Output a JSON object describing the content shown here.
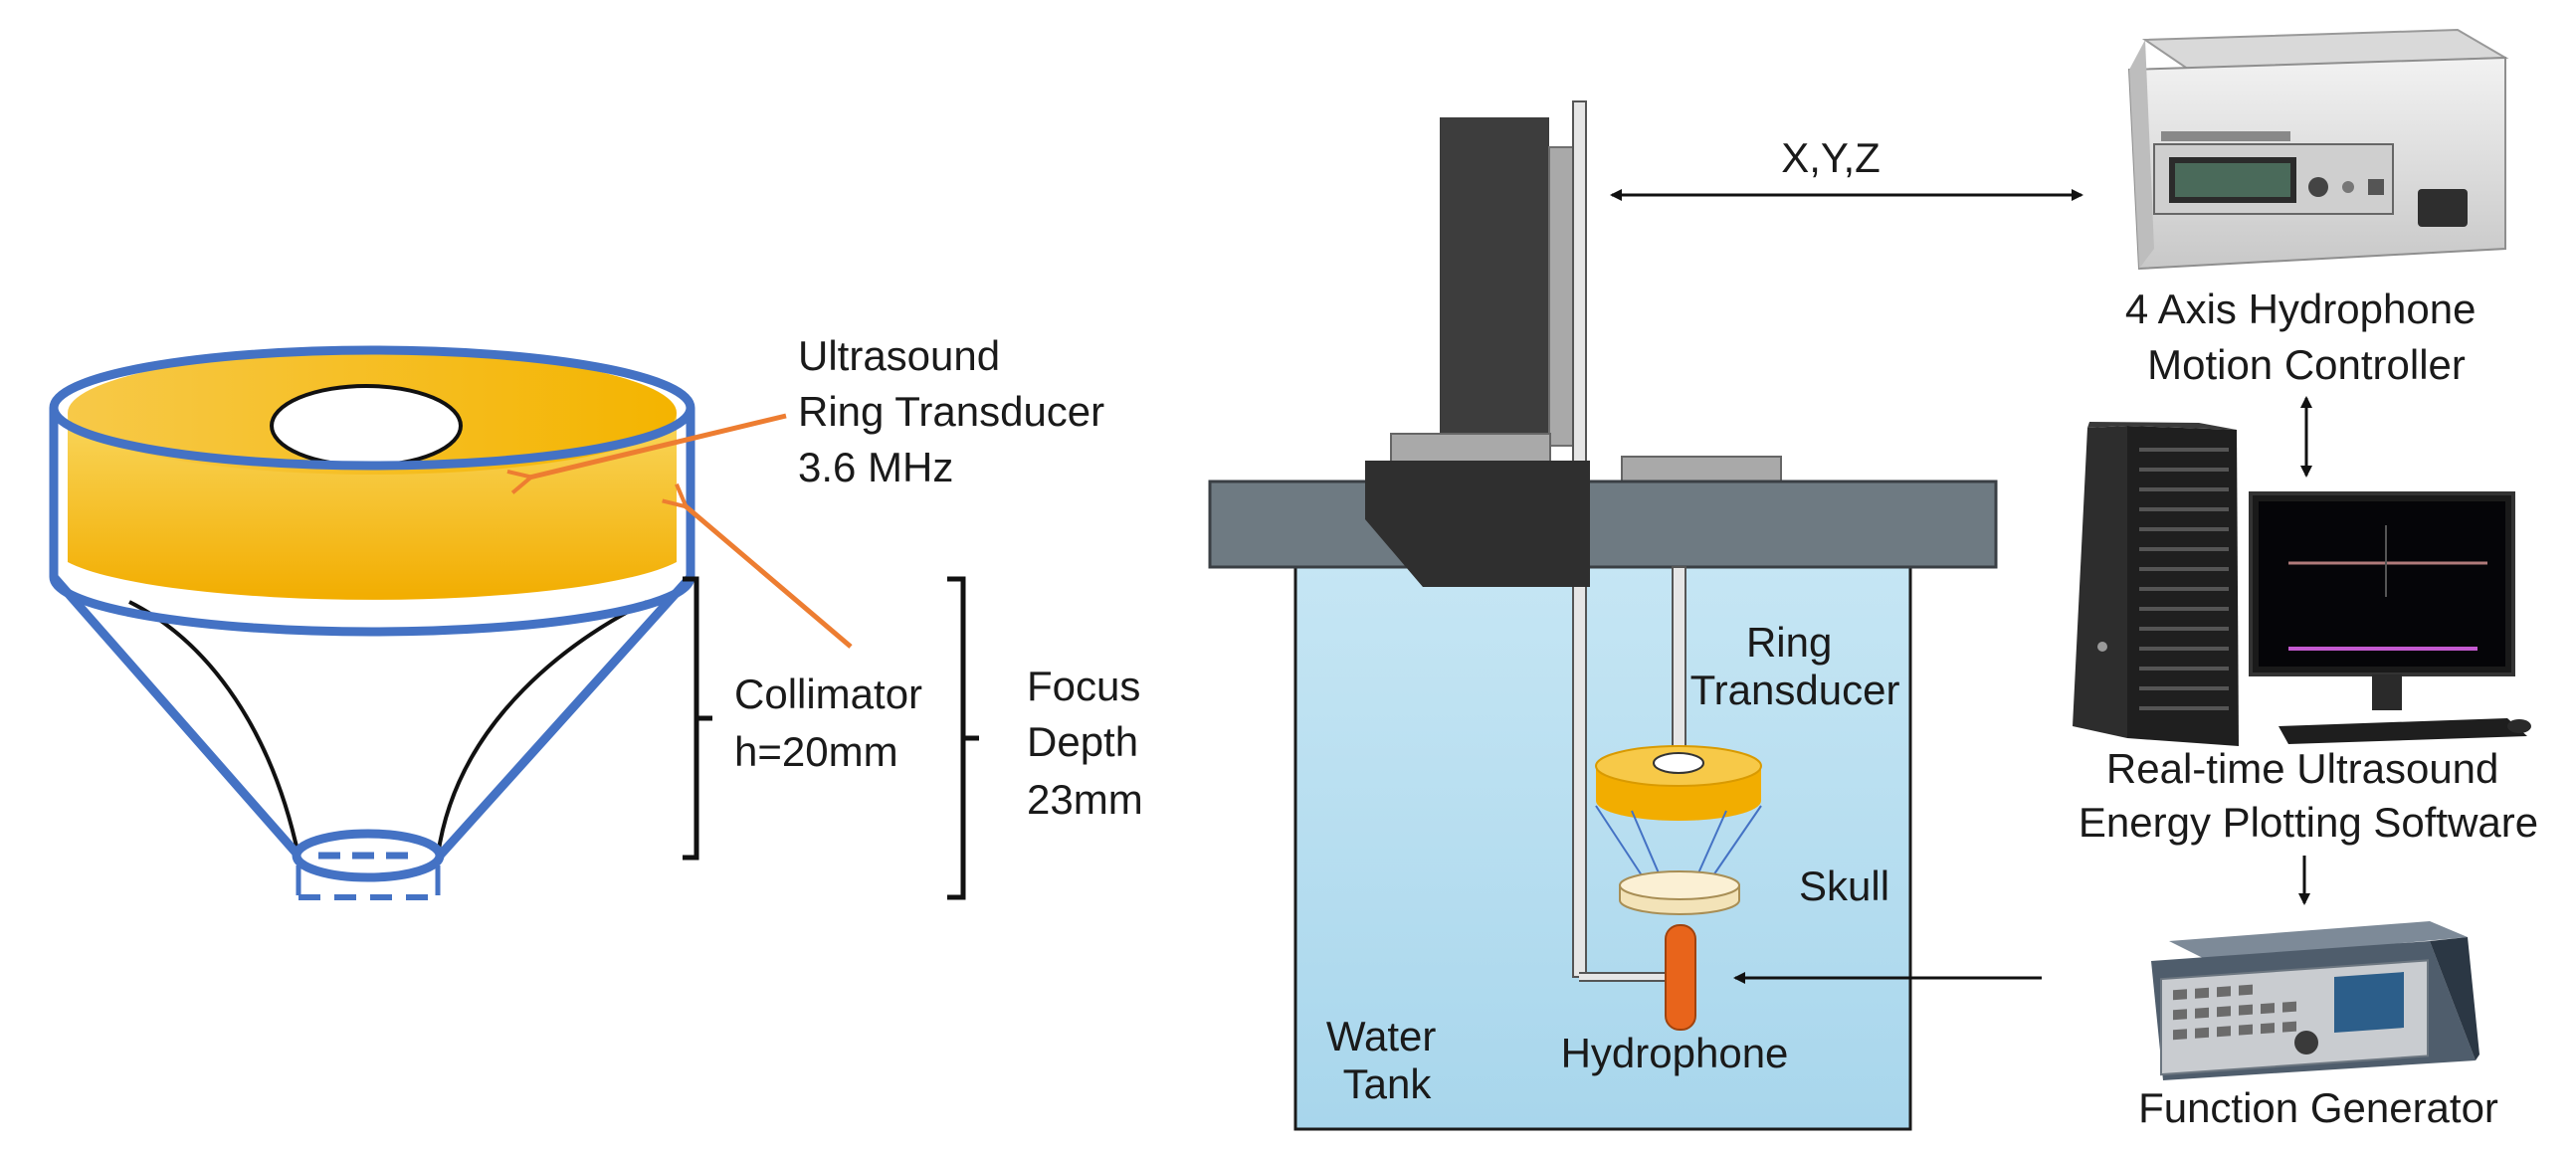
{
  "transducer_panel": {
    "transducer_label": [
      "Ultrasound",
      "Ring Transducer",
      "3.6 MHz"
    ],
    "collimator_label": [
      "Collimator",
      "h=20mm"
    ],
    "focus_label": [
      "Focus",
      "Depth",
      "23mm"
    ]
  },
  "tank_panel": {
    "axis_label": "X,Y,Z",
    "ring_label": [
      "Ring",
      "Transducer"
    ],
    "skull_label": "Skull",
    "hydrophone_label": "Hydrophone",
    "tank_label": [
      "Water",
      "Tank"
    ]
  },
  "equipment_panel": {
    "controller_label": [
      "4 Axis Hydrophone",
      "Motion Controller"
    ],
    "software_label": [
      "Real-time Ultrasound",
      "Energy Plotting Software"
    ],
    "generator_label": "Function Generator"
  },
  "colors": {
    "transducer_gold": "#f5b800",
    "collimator_blue": "#4472c4",
    "arrow_orange": "#ed7d31",
    "water_blue": "#bfe2f2",
    "mount_dark": "#3d3d3d",
    "hydrophone_orange": "#e8641b"
  }
}
